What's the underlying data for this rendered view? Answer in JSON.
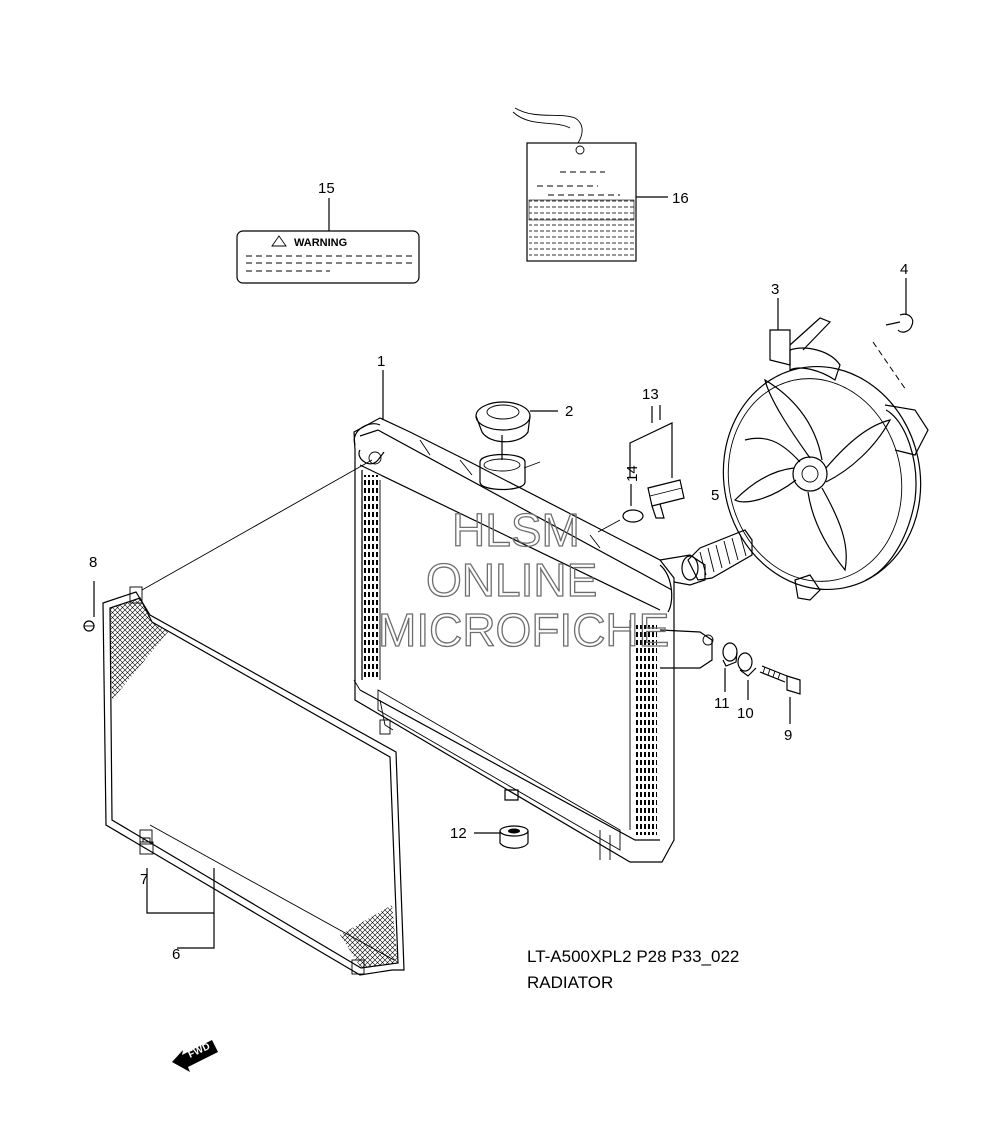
{
  "diagram": {
    "callouts": [
      {
        "id": "c1",
        "label": "1"
      },
      {
        "id": "c2",
        "label": "2"
      },
      {
        "id": "c3",
        "label": "3"
      },
      {
        "id": "c4",
        "label": "4"
      },
      {
        "id": "c5",
        "label": "5"
      },
      {
        "id": "c6",
        "label": "6"
      },
      {
        "id": "c7",
        "label": "7"
      },
      {
        "id": "c8",
        "label": "8"
      },
      {
        "id": "c9",
        "label": "9"
      },
      {
        "id": "c10",
        "label": "10"
      },
      {
        "id": "c11",
        "label": "11"
      },
      {
        "id": "c12",
        "label": "12"
      },
      {
        "id": "c13",
        "label": "13"
      },
      {
        "id": "c14",
        "label": "14"
      },
      {
        "id": "c15",
        "label": "15"
      },
      {
        "id": "c16",
        "label": "16"
      }
    ],
    "warning_label_text": "WARNING",
    "fwd_text": "FWD",
    "caption_code": "LT-A500XPL2 P28 P33_022",
    "caption_title": "RADIATOR",
    "watermark": [
      "HLSM",
      "ONLINE",
      "MICROFICHE"
    ]
  }
}
